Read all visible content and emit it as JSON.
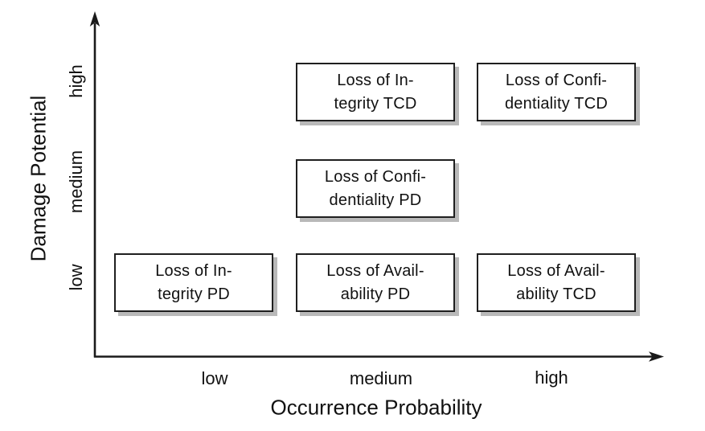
{
  "chart_data": {
    "type": "scatter",
    "title": "",
    "xlabel": "Occurrence Probability",
    "ylabel": "Damage Potential",
    "x_ticks": [
      "low",
      "medium",
      "high"
    ],
    "y_ticks": [
      "low",
      "medium",
      "high"
    ],
    "grid": false,
    "legend": "none",
    "colors": {
      "background": "#ffffff",
      "axis": "#1a1a1a",
      "box_border": "#1f1f1f",
      "box_fill": "#ffffff",
      "box_shadow": "#b9b9b9",
      "text": "#111111"
    },
    "points": [
      {
        "x": "medium",
        "y": "high",
        "label": "Loss of Integrity TCD",
        "line1": "Loss of In-",
        "line2": "tegrity TCD"
      },
      {
        "x": "high",
        "y": "high",
        "label": "Loss of Confidentiality TCD",
        "line1": "Loss of Confi-",
        "line2": "dentiality TCD"
      },
      {
        "x": "medium",
        "y": "medium",
        "label": "Loss of Confidentiality PD",
        "line1": "Loss of Confi-",
        "line2": "dentiality PD"
      },
      {
        "x": "low",
        "y": "low",
        "label": "Loss of Integrity PD",
        "line1": "Loss of In-",
        "line2": "tegrity PD"
      },
      {
        "x": "medium",
        "y": "low",
        "label": "Loss of Availability PD",
        "line1": "Loss of Avail-",
        "line2": "ability PD"
      },
      {
        "x": "high",
        "y": "low",
        "label": "Loss of Availability TCD",
        "line1": "Loss of Avail-",
        "line2": "ability TCD"
      }
    ]
  }
}
